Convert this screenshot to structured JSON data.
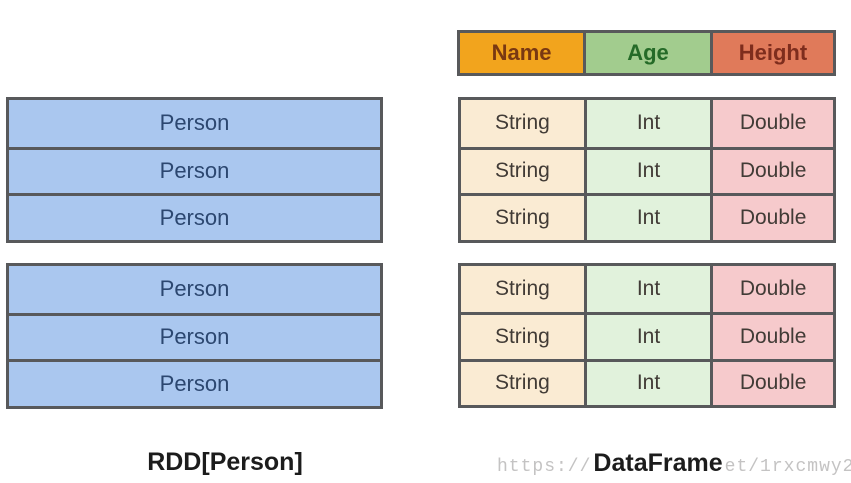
{
  "left_panel": {
    "label": "RDD[Person]",
    "blocks": [
      {
        "rows": [
          "Person",
          "Person",
          "Person"
        ]
      },
      {
        "rows": [
          "Person",
          "Person",
          "Person"
        ]
      }
    ]
  },
  "right_panel": {
    "label": "DataFrame",
    "header": {
      "columns": [
        "Name",
        "Age",
        "Height"
      ]
    },
    "blocks": [
      {
        "rows": [
          [
            "String",
            "Int",
            "Double"
          ],
          [
            "String",
            "Int",
            "Double"
          ],
          [
            "String",
            "Int",
            "Double"
          ]
        ]
      },
      {
        "rows": [
          [
            "String",
            "Int",
            "Double"
          ],
          [
            "String",
            "Int",
            "Double"
          ],
          [
            "String",
            "Int",
            "Double"
          ]
        ]
      }
    ]
  },
  "watermark": {
    "prefix": "https://",
    "suffix": "et/1rxcmwy2"
  },
  "colors": {
    "rdd-fill": "#aac7ef",
    "rdd-text": "#2c4770",
    "border": "#58595b",
    "header-name-bg": "#f2a41d",
    "header-age-bg": "#a2cc8e",
    "header-height-bg": "#e07a5a",
    "header-name-text": "#793812",
    "header-age-text": "#256b28",
    "header-height-text": "#7e2d1d",
    "string-bg": "#faebd3",
    "int-bg": "#e1f2dc",
    "double-bg": "#f6cacc",
    "cell-text": "#413b36",
    "label-text": "#1c1c1c",
    "watermark-text": "#c4c3c3"
  }
}
